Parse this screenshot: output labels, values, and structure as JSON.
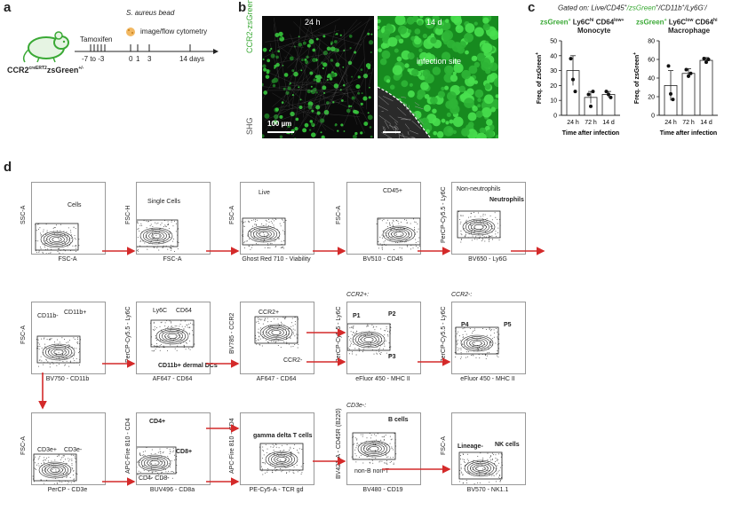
{
  "panel_a": {
    "letter": "a",
    "treatment_label": "Tamoxifen",
    "bead_label": "S. aureus bead",
    "readout_label": "image/flow cytometry",
    "timeline_ticks": [
      "-7 to -3",
      "0",
      "1",
      "3",
      "14 days"
    ],
    "mouse_line": "CCR2",
    "mouse_line_sup": "creERT2",
    "mouse_line_suffix": "zsGreen",
    "mouse_line_suffix_sup": "+/-"
  },
  "panel_b": {
    "letter": "b",
    "left_time": "24 h",
    "right_time": "14 d",
    "channel_green": "CCR2-zsGreen",
    "channel_shg": "SHG",
    "scale_label": "100 µm",
    "infection_label": "infection site"
  },
  "panel_c": {
    "letter": "c",
    "gating_prefix": "Gated on: Live/CD45",
    "gating_green": "/zsGreen",
    "gating_suffix": "/CD11b",
    "gating_end": "/Ly6G",
    "charts": [
      {
        "title_green": "zsGreen",
        "title_rest": "Ly6C",
        "title_sup1": "hi",
        "title_cd": "CD64",
        "title_sup2": "low+",
        "title_line2": "Monocyte",
        "ylabel": "Freq. of zsGreen",
        "xlabel": "Time after infection"
      },
      {
        "title_green": "zsGreen",
        "title_rest": "Ly6C",
        "title_sup1": "low",
        "title_cd": "CD64",
        "title_sup2": "hi",
        "title_line2": "Macrophage",
        "ylabel": "Freq. of zsGreen",
        "xlabel": "Time after infection"
      }
    ]
  },
  "chart_data": [
    {
      "type": "bar",
      "title": "zsGreen+ Ly6Chi CD64low+ Monocyte",
      "categories": [
        "24 h",
        "72 h",
        "14 d"
      ],
      "values": [
        30,
        12,
        14
      ],
      "errors": [
        10,
        4,
        2
      ],
      "points": [
        [
          38,
          24,
          16
        ],
        [
          14,
          6,
          16
        ],
        [
          16,
          14,
          12
        ]
      ],
      "ylim": [
        0,
        50
      ],
      "yticks": [
        "0",
        "10",
        "20",
        "30",
        "40",
        "50"
      ],
      "ylabel": "Freq. of zsGreen+",
      "xlabel": "Time after infection"
    },
    {
      "type": "bar",
      "title": "zsGreen+ Ly6Clow CD64hi Macrophage",
      "categories": [
        "24 h",
        "72 h",
        "14 d"
      ],
      "values": [
        32,
        45,
        59
      ],
      "errors": [
        16,
        5,
        3
      ],
      "points": [
        [
          53,
          23,
          17
        ],
        [
          49,
          42,
          45
        ],
        [
          61,
          57,
          60
        ]
      ],
      "ylim": [
        0,
        80
      ],
      "yticks": [
        "0",
        "20",
        "40",
        "60",
        "80"
      ],
      "ylabel": "Freq. of zsGreen+",
      "xlabel": "Time after infection"
    }
  ],
  "panel_d": {
    "letter": "d",
    "rows": [
      [
        {
          "x": "FSC-A",
          "y": "SSC-A",
          "gates": [
            "Cells"
          ]
        },
        {
          "x": "FSC-A",
          "y": "FSC-H",
          "gates": [
            "Single Cells"
          ]
        },
        {
          "x": "Ghost Red 710 - Viability",
          "y": "FSC-A",
          "gates": [
            "Live"
          ]
        },
        {
          "x": "BV510 - CD45",
          "y": "FSC-A",
          "gates": [
            "CD45+"
          ]
        },
        {
          "x": "BV650 - Ly6G",
          "y": "PerCP-Cy5.5 - Ly6C",
          "gates": [
            "Non-neutrophils",
            "Neutrophils"
          ]
        }
      ],
      [
        {
          "x": "BV750 - CD11b",
          "y": "FSC-A",
          "gates": [
            "CD11b-",
            "CD11b+"
          ]
        },
        {
          "x": "AF647 - CD64",
          "y": "PerCP-Cy5.5 - Ly6C",
          "gates": [
            "Ly6C",
            "CD64",
            "CD11b+ dermal DCs"
          ]
        },
        {
          "x": "AF647 - CD64",
          "y": "BV785 - CCR2",
          "gates": [
            "CCR2+",
            "CCR2-"
          ]
        },
        {
          "x": "eFluor 450 - MHC II",
          "y": "PerCP-Cy5.5 - Ly6C",
          "gates": [
            "P1",
            "P2",
            "P3"
          ],
          "note": "CCR2+:"
        },
        {
          "x": "eFluor 450 - MHC II",
          "y": "PerCP-Cy5.5 - Ly6C",
          "gates": [
            "P4",
            "P5"
          ],
          "note": "CCR2-:"
        }
      ],
      [
        {
          "x": "PerCP - CD3e",
          "y": "FSC-A",
          "gates": [
            "CD3e+",
            "CD3e-"
          ]
        },
        {
          "x": "BUV496 - CD8a",
          "y": "APC-Fire 810 - CD4",
          "gates": [
            "CD4+",
            "CD8+",
            "CD4- CD8-"
          ]
        },
        {
          "x": "PE-Cy5-A - TCR gd",
          "y": "APC-Fire 810 - CD4",
          "gates": [
            "gamma delta T cells"
          ]
        },
        {
          "x": "BV480 - CD19",
          "y": "BV421-A - CD45R (B220)",
          "gates": [
            "B cells",
            "non-B non-T"
          ],
          "note": "CD3e-:"
        },
        {
          "x": "BV570 - NK1.1",
          "y": "FSC-A",
          "gates": [
            "Lineage-",
            "NK cells"
          ]
        }
      ]
    ]
  }
}
